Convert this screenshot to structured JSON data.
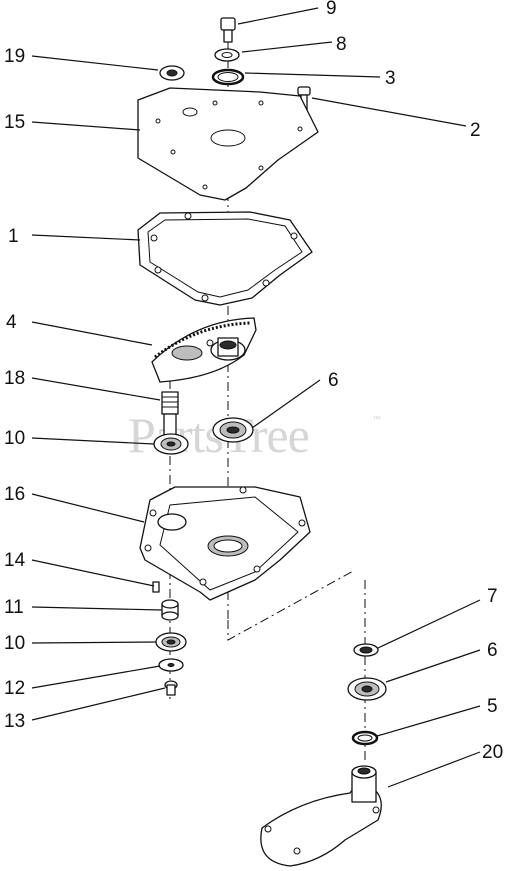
{
  "watermark": {
    "brand": "PartsTree",
    "trademark": "™"
  },
  "callouts": [
    {
      "id": "c9",
      "number": "9"
    },
    {
      "id": "c8",
      "number": "8"
    },
    {
      "id": "c19",
      "number": "19"
    },
    {
      "id": "c3",
      "number": "3"
    },
    {
      "id": "c15",
      "number": "15"
    },
    {
      "id": "c2",
      "number": "2"
    },
    {
      "id": "c1",
      "number": "1"
    },
    {
      "id": "c4",
      "number": "4"
    },
    {
      "id": "c18",
      "number": "18"
    },
    {
      "id": "c6a",
      "number": "6"
    },
    {
      "id": "c10a",
      "number": "10"
    },
    {
      "id": "c16",
      "number": "16"
    },
    {
      "id": "c14",
      "number": "14"
    },
    {
      "id": "c11",
      "number": "11"
    },
    {
      "id": "c10b",
      "number": "10"
    },
    {
      "id": "c12",
      "number": "12"
    },
    {
      "id": "c13",
      "number": "13"
    },
    {
      "id": "c7",
      "number": "7"
    },
    {
      "id": "c6b",
      "number": "6"
    },
    {
      "id": "c5",
      "number": "5"
    },
    {
      "id": "c20",
      "number": "20"
    }
  ]
}
